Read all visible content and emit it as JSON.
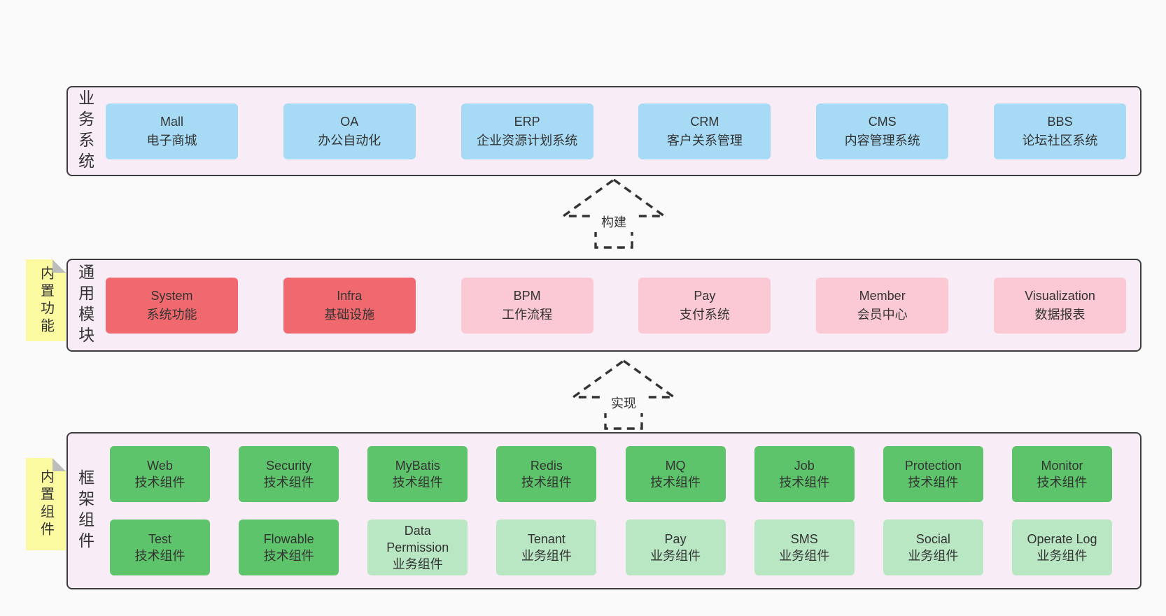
{
  "colors": {
    "page_background": "#fafafa",
    "band_background": "#f8edf6",
    "band_border": "#3d3d3d",
    "blue_box": "#a7daf5",
    "red_box": "#f0696e",
    "pink_box": "#fbc9d3",
    "green_box": "#5ec46b",
    "light_green_box": "#b9e6c3",
    "tag_yellow": "#fbfaa0",
    "tag_fold_gray": "#bcbcbc",
    "text": "#333333"
  },
  "sections": {
    "business": {
      "label": "业务系统",
      "items": [
        {
          "name": "Mall",
          "desc": "电子商城",
          "variant": "blue"
        },
        {
          "name": "OA",
          "desc": "办公自动化",
          "variant": "blue"
        },
        {
          "name": "ERP",
          "desc": "企业资源计划系统",
          "variant": "blue"
        },
        {
          "name": "CRM",
          "desc": "客户关系管理",
          "variant": "blue"
        },
        {
          "name": "CMS",
          "desc": "内容管理系统",
          "variant": "blue"
        },
        {
          "name": "BBS",
          "desc": "论坛社区系统",
          "variant": "blue"
        }
      ]
    },
    "modules": {
      "label": "通用模块",
      "tag": "内置功能",
      "items": [
        {
          "name": "System",
          "desc": "系统功能",
          "variant": "red"
        },
        {
          "name": "Infra",
          "desc": "基础设施",
          "variant": "red"
        },
        {
          "name": "BPM",
          "desc": "工作流程",
          "variant": "pink"
        },
        {
          "name": "Pay",
          "desc": "支付系统",
          "variant": "pink"
        },
        {
          "name": "Member",
          "desc": "会员中心",
          "variant": "pink"
        },
        {
          "name": "Visualization",
          "desc": "数据报表",
          "variant": "pink"
        }
      ]
    },
    "framework": {
      "label": "框架组件",
      "tag": "内置组件",
      "rows": [
        [
          {
            "name": "Web",
            "desc": "技术组件",
            "variant": "green"
          },
          {
            "name": "Security",
            "desc": "技术组件",
            "variant": "green"
          },
          {
            "name": "MyBatis",
            "desc": "技术组件",
            "variant": "green"
          },
          {
            "name": "Redis",
            "desc": "技术组件",
            "variant": "green"
          },
          {
            "name": "MQ",
            "desc": "技术组件",
            "variant": "green"
          },
          {
            "name": "Job",
            "desc": "技术组件",
            "variant": "green"
          },
          {
            "name": "Protection",
            "desc": "技术组件",
            "variant": "green"
          },
          {
            "name": "Monitor",
            "desc": "技术组件",
            "variant": "green"
          }
        ],
        [
          {
            "name": "Test",
            "desc": "技术组件",
            "variant": "green"
          },
          {
            "name": "Flowable",
            "desc": "技术组件",
            "variant": "green"
          },
          {
            "name": "Data Permission",
            "desc": "业务组件",
            "variant": "green-light"
          },
          {
            "name": "Tenant",
            "desc": "业务组件",
            "variant": "green-light"
          },
          {
            "name": "Pay",
            "desc": "业务组件",
            "variant": "green-light"
          },
          {
            "name": "SMS",
            "desc": "业务组件",
            "variant": "green-light"
          },
          {
            "name": "Social",
            "desc": "业务组件",
            "variant": "green-light"
          },
          {
            "name": "Operate Log",
            "desc": "业务组件",
            "variant": "green-light"
          }
        ]
      ]
    }
  },
  "arrows": [
    {
      "label": "构建"
    },
    {
      "label": "实现"
    }
  ]
}
